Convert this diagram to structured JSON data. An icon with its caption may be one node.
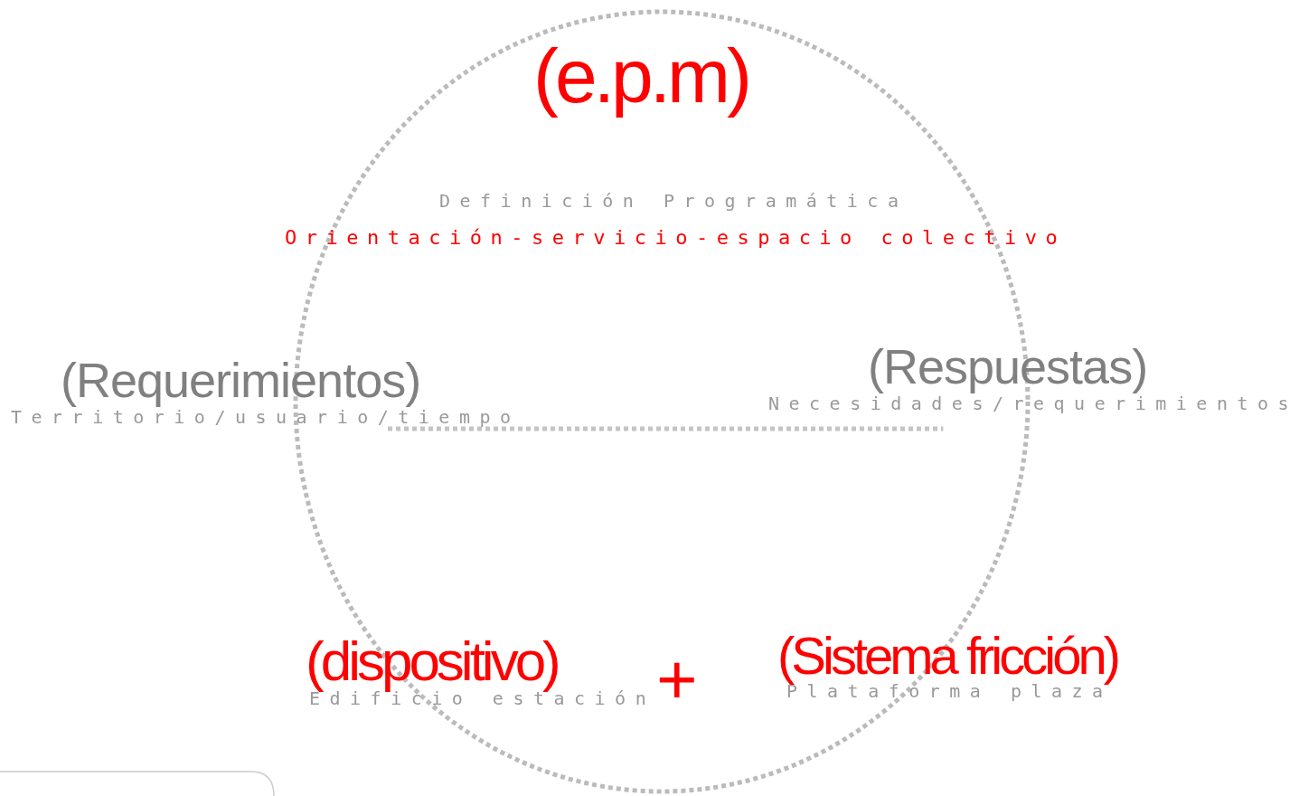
{
  "diagram": {
    "nodes": [
      {
        "text": [
          "(e.p.m)"
        ]
      },
      {
        "text": [
          "(Requerimientos)",
          "Territorio/usuario/tiempo"
        ]
      },
      {
        "text": [
          "(Respuestas)",
          "Necesidades/requerimientos"
        ]
      },
      {
        "text": [
          "(dispositivo)",
          "Edificio estación"
        ]
      },
      {
        "text": [
          "(Sistema fricción)",
          "Plataforma plaza"
        ]
      }
    ],
    "edges": [
      {
        "from": 1,
        "to": 2,
        "arrow": "none",
        "style": "dashed"
      }
    ],
    "labels": [
      "Definición Programática",
      "Orientación-servicio-espacio colectivo",
      "+"
    ]
  }
}
